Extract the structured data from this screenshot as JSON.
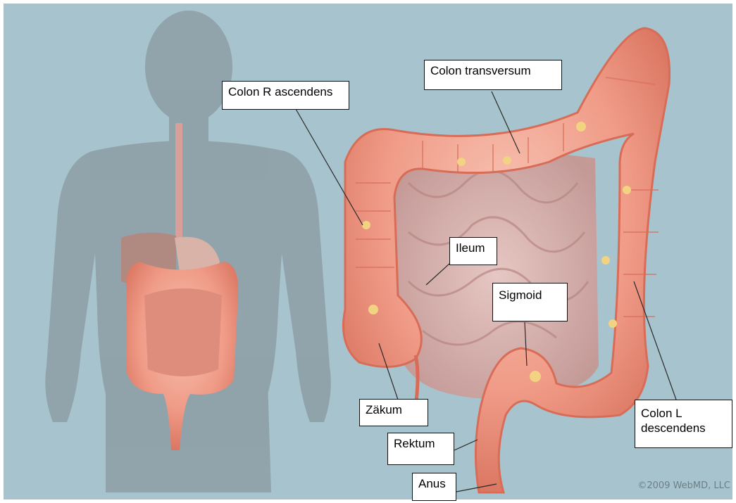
{
  "labels": {
    "colon_r_ascendens": "Colon R ascendens",
    "colon_transversum": "Colon transversum",
    "ileum": "Ileum",
    "sigmoid": "Sigmoid",
    "zaekum": "Zäkum",
    "rektum": "Rektum",
    "anus": "Anus",
    "colon_l_descendens": "Colon L\ndescendens"
  },
  "copyright": "©2009 WebMD, LLC",
  "colors": {
    "background": "#a7c3cd",
    "silhouette": "#8f9fa6",
    "colon": "#ef9a86",
    "colon_dark": "#d9705b",
    "small_intestine": "#d7b3b0",
    "fat": "#f2d382",
    "liver": "#b08a80",
    "gallbladder": "#6fb142"
  }
}
